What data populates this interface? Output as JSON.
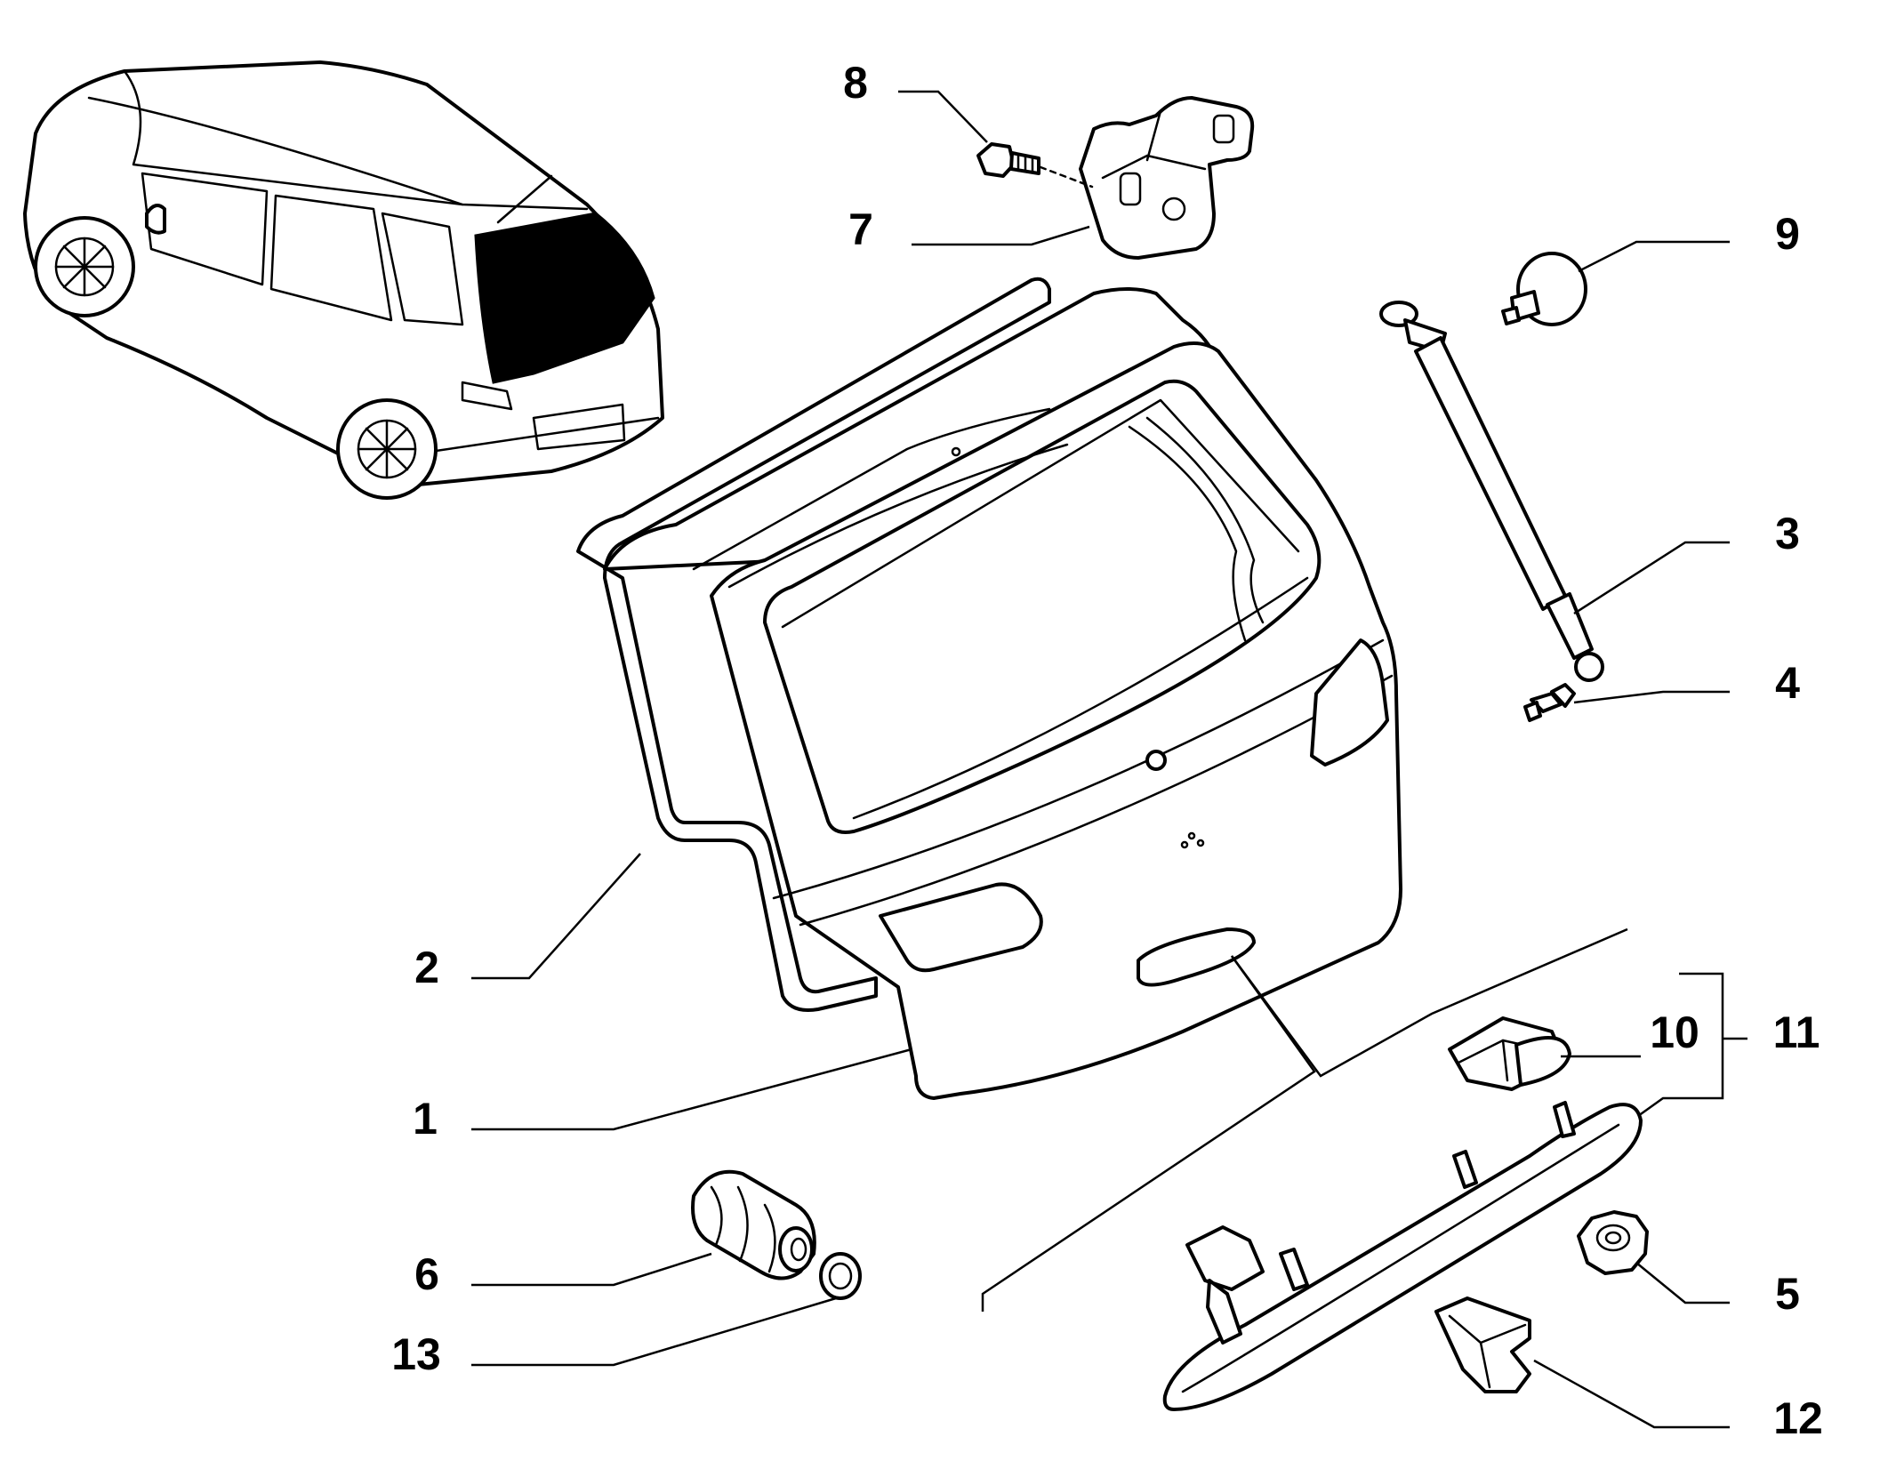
{
  "callouts": {
    "c1": "1",
    "c2": "2",
    "c3": "3",
    "c4": "4",
    "c5": "5",
    "c6": "6",
    "c7": "7",
    "c8": "8",
    "c9": "9",
    "c10": "10",
    "c11": "11",
    "c12": "12",
    "c13": "13"
  },
  "colors": {
    "line": "#000000",
    "background": "#ffffff",
    "highlight_glass": "#000000"
  }
}
